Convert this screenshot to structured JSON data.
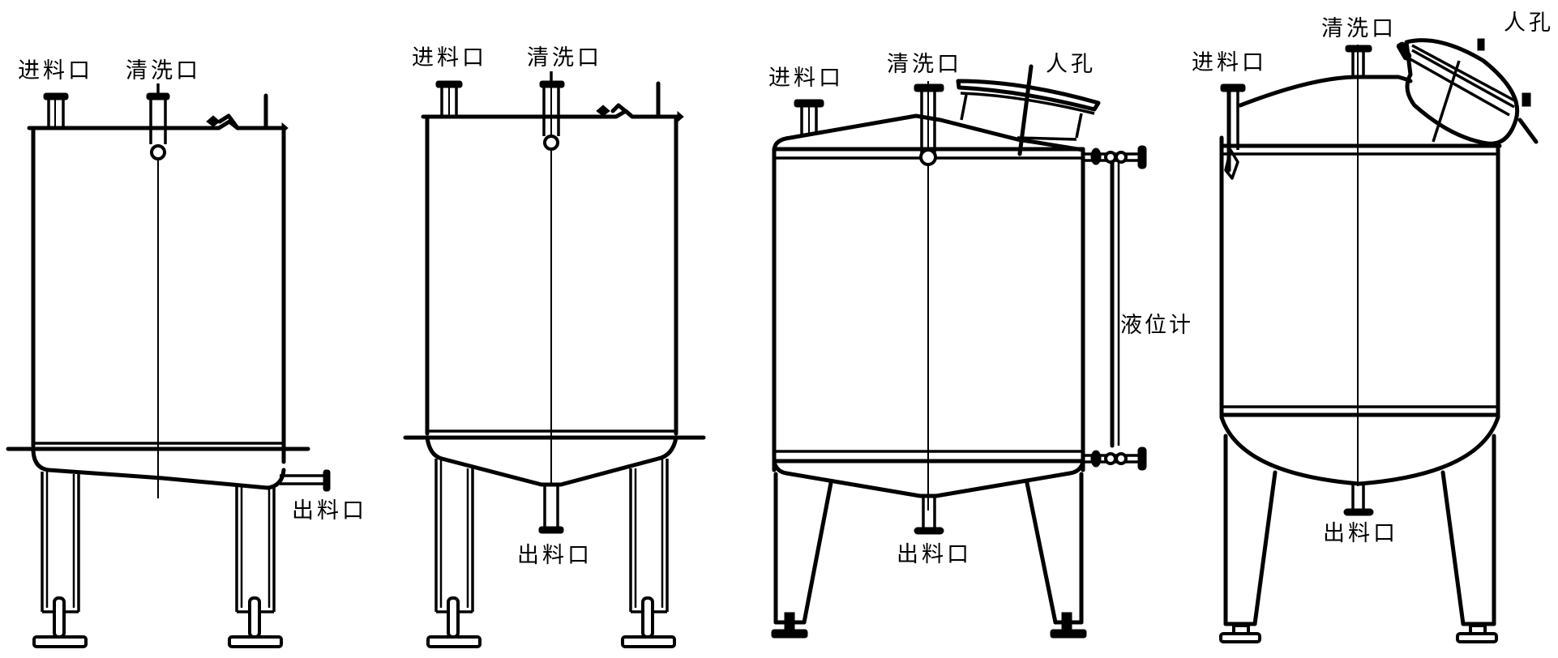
{
  "diagram": {
    "type": "equipment-elevation-drawings",
    "description": "Four storage/mixing tank elevation views with labeled nozzles",
    "line_color": "#000000",
    "background": "#ffffff",
    "tanks": [
      {
        "id": "tank-1",
        "bottom": "sloped-flat",
        "legs": "straight-with-feet",
        "labels": {
          "inlet": "进料口",
          "cleaning": "清洗口",
          "outlet": "出料口"
        }
      },
      {
        "id": "tank-2",
        "bottom": "conical",
        "legs": "straight-with-feet",
        "labels": {
          "inlet": "进料口",
          "cleaning": "清洗口",
          "outlet": "出料口"
        }
      },
      {
        "id": "tank-3",
        "bottom": "conical",
        "legs": "splayed",
        "labels": {
          "inlet": "进料口",
          "cleaning": "清洗口",
          "manhole": "人孔",
          "level_gauge": "液位计",
          "outlet": "出料口"
        }
      },
      {
        "id": "tank-4",
        "bottom": "dished",
        "legs": "splayed",
        "labels": {
          "inlet": "进料口",
          "cleaning": "清洗口",
          "manhole": "人孔",
          "outlet": "出料口"
        }
      }
    ]
  }
}
